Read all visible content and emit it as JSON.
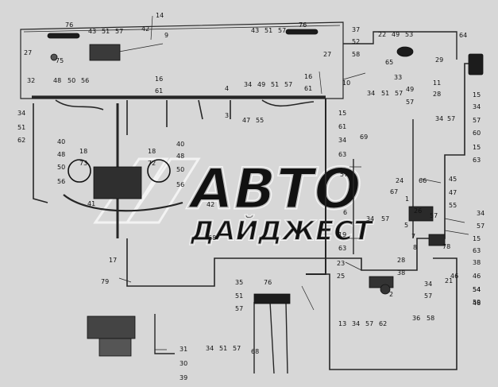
{
  "watermark": {
    "line1": "АВТО",
    "line2": "ДАЙДЖЕСТ"
  },
  "callouts": [
    "76",
    "43",
    "51",
    "57",
    "14",
    "42",
    "9",
    "43",
    "51",
    "57",
    "76",
    "37",
    "22",
    "49",
    "53",
    "64",
    "52",
    "27",
    "75",
    "27",
    "58",
    "65",
    "29",
    "48",
    "50",
    "56",
    "33",
    "32",
    "10",
    "16",
    "61",
    "34",
    "49",
    "51",
    "57",
    "16",
    "61",
    "11",
    "28",
    "4",
    "49",
    "34",
    "51",
    "57",
    "34",
    "51",
    "57",
    "3",
    "15",
    "34",
    "62",
    "47",
    "55",
    "15",
    "34",
    "57",
    "61",
    "57",
    "40",
    "69",
    "60",
    "34",
    "18",
    "18",
    "40",
    "48",
    "73",
    "72",
    "48",
    "63",
    "15",
    "57",
    "50",
    "50",
    "63",
    "56",
    "56",
    "45",
    "24",
    "66",
    "41",
    "67",
    "47",
    "1",
    "55",
    "6",
    "26",
    "34",
    "42",
    "34",
    "57",
    "57",
    "57",
    "19",
    "68",
    "63",
    "5",
    "7",
    "8",
    "15",
    "78",
    "63",
    "17",
    "38",
    "46",
    "54",
    "23",
    "28",
    "38",
    "25",
    "79",
    "46",
    "35",
    "76",
    "34",
    "21",
    "2",
    "57",
    "46",
    "51",
    "54",
    "57",
    "59",
    "36",
    "58",
    "34",
    "51",
    "57",
    "13",
    "34",
    "57",
    "62",
    "31",
    "68",
    "30",
    "39"
  ]
}
